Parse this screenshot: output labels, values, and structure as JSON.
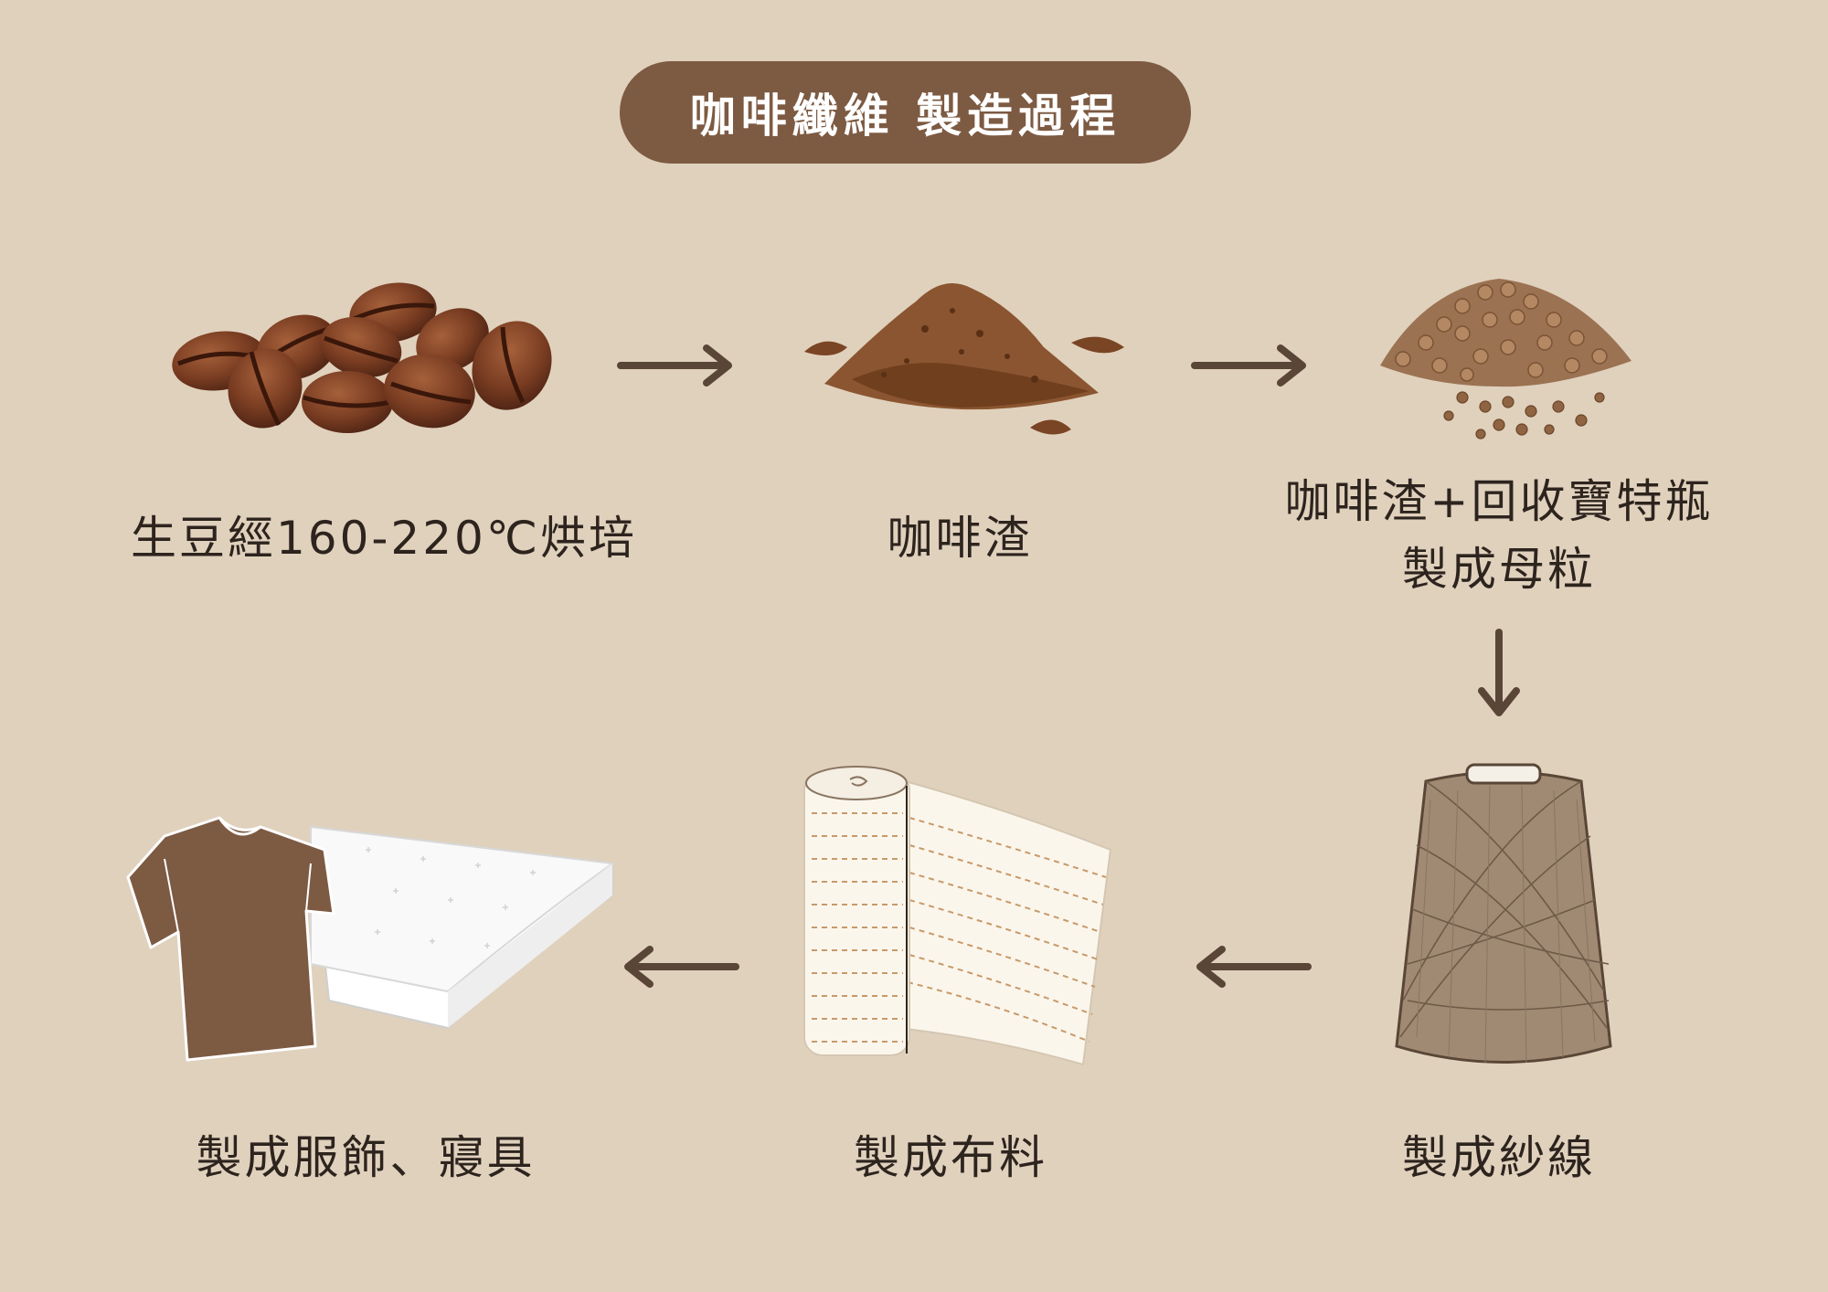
{
  "title": "咖啡纖維 製造過程",
  "steps": [
    {
      "label": "生豆經160-220℃烘培",
      "icon": "coffee-beans-icon"
    },
    {
      "label": "咖啡渣",
      "icon": "coffee-grounds-icon"
    },
    {
      "label_line1": "咖啡渣+回收寶特瓶",
      "label_line2": "製成母粒",
      "icon": "pellets-icon"
    },
    {
      "label": "製成紗線",
      "icon": "yarn-cone-icon"
    },
    {
      "label": "製成布料",
      "icon": "fabric-roll-icon"
    },
    {
      "label": "製成服飾、寢具",
      "icon": "tshirt-mattress-icon"
    }
  ],
  "colors": {
    "background": "#e0d1bd",
    "title_pill": "#7d5a42",
    "arrow": "#5a4636",
    "text": "#2d241e"
  }
}
